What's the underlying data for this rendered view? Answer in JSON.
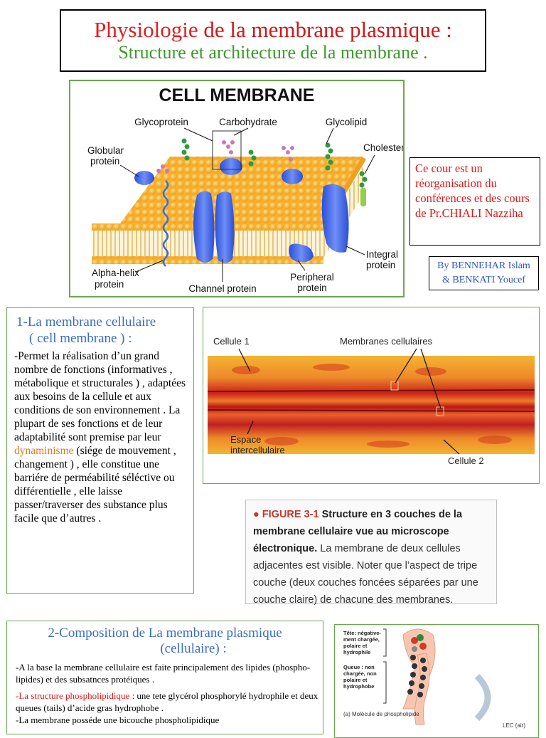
{
  "title": {
    "line1_a": "Physiologie",
    "line1_b": " de la membrane plasmique :",
    "line2": "Structure et architecture de la membrane ."
  },
  "cell_figure": {
    "heading": "CELL MEMBRANE",
    "labels": {
      "glycoprotein": "Glycoprotein",
      "carbohydrate": "Carbohydrate",
      "glycolipid": "Glycolipid",
      "globular_1": "Globular",
      "globular_2": "protein",
      "cholesterol": "Cholesterol",
      "alpha_1": "Alpha-helix",
      "alpha_2": "protein",
      "channel": "Channel protein",
      "peripheral_1": "Peripheral",
      "peripheral_2": "protein",
      "integral_1": "Integral",
      "integral_2": "protein"
    }
  },
  "note_red": "Ce cour est un réorganisation du conférences et des cours de Pr.CHIALI Nazziha",
  "authors": {
    "line1": "By BENNEHAR Islam",
    "line2": "& BENKATI Youcef"
  },
  "section1": {
    "title_line1": "1-La membrane cellulaire",
    "title_line2": "( cell membrane ) :",
    "body_a": "-Permet la réalisation d’un grand nombre de fonctions (informatives , métabolique et structurales ) , adaptées aux besoins de la cellule et aux conditions de son environnement . La plupart de ses fonctions et de leur adaptabilité sont premise par leur ",
    "highlight": "dynaminisme",
    "body_b": " (siége de mouvement , changement ) , elle constitue une barriére de perméabilité séléctive ou différentielle , elle laisse passer/traverser des substance plus facile que d’autres ."
  },
  "micrograph": {
    "cellule1": "Cellule 1",
    "membranes": "Membranes cellulaires",
    "espace_1": "Espace",
    "espace_2": "intercellulaire",
    "cellule2": "Cellule 2"
  },
  "figure31": {
    "label": "● FIGURE 3-1",
    "bold": " Structure en 3 couches de la membrane cellulaire vue au microscope électronique.",
    "text": " La membrane de deux cellules adjacentes est visible. Noter que l’aspect de tripe couche (deux couches foncées séparées par une couche claire) de chacune des membranes."
  },
  "section2": {
    "title_line1": "2-Composition de La membrane plasmique",
    "title_line2": "(cellulaire) :",
    "p1": "-A la base la membrane cellulaire est faite principalement des lipides (phospho-lipides) et des subsatnces protéiques .",
    "p2_red": "-La structure phospholipidique",
    "p2": " : une tete glycérol phosphorylé hydrophile et deux queues (tails) d’acide gras hydrophobe .",
    "p3": "-La membrane posséde une bicouche phospholipidique"
  },
  "lipid_figure": {
    "tete_1": "Tête: négative-",
    "tete_2": "ment chargée,",
    "tete_3": "polaire et",
    "tete_4": "hydrophile",
    "queue_1": "Queue : non",
    "queue_2": "chargée, non",
    "queue_3": "polaire et",
    "queue_4": "hydrophobe",
    "caption": "(a)  Molécule de phospholipide",
    "lec": "LEC (air)"
  }
}
